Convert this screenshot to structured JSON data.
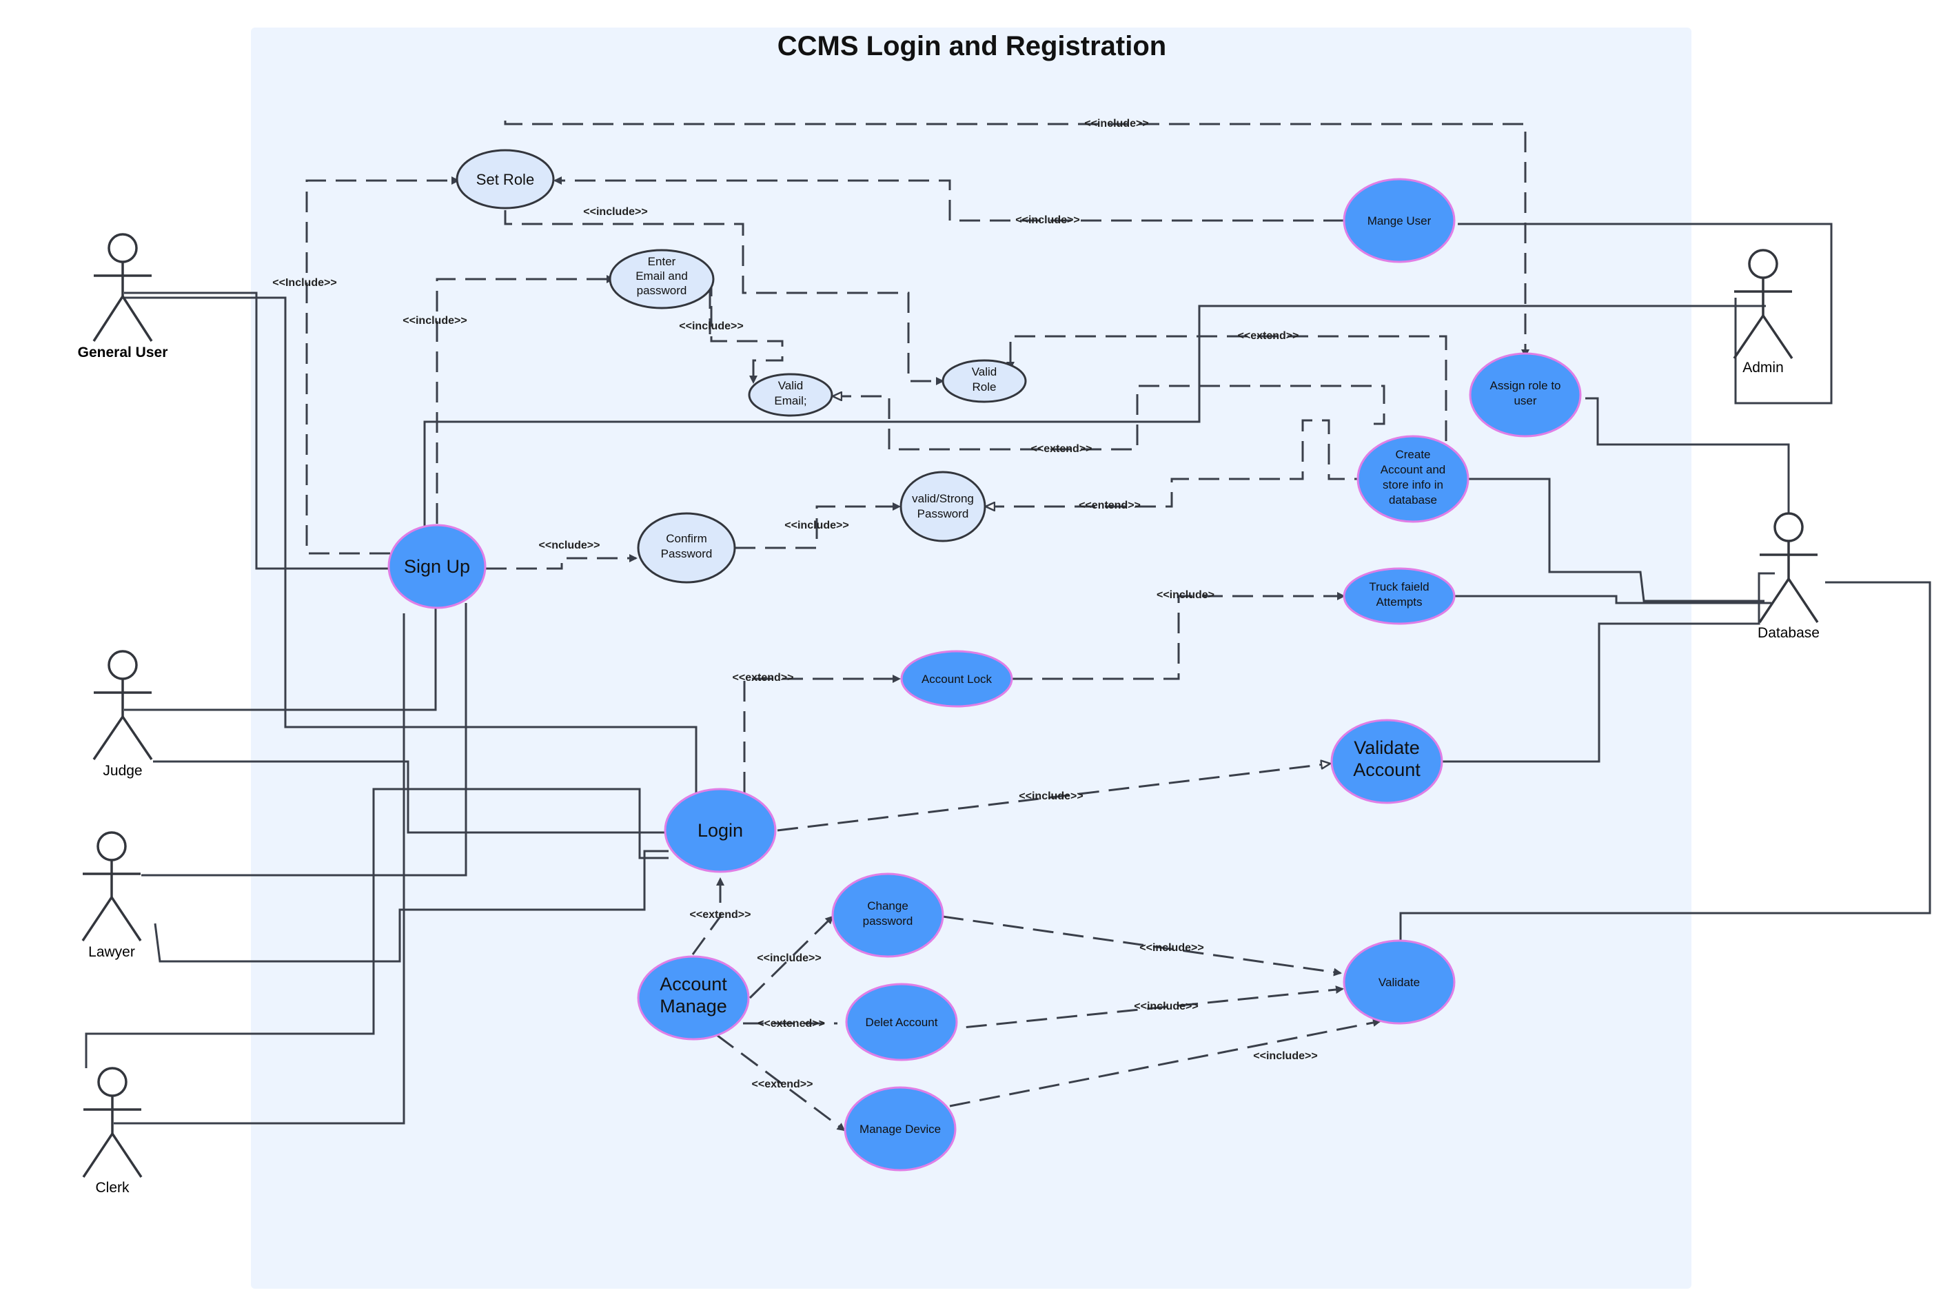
{
  "title": "CCMS Login and Registration",
  "colors": {
    "boundary": "#edf4fe",
    "use_case_fill": "#4b99fb",
    "use_case_stroke": "#e07ee6",
    "light_use_case_fill": "#dbe8fb",
    "line": "#3a3f4a"
  },
  "actors": {
    "general_user": "General User",
    "judge": "Judge",
    "lawyer": "Lawyer",
    "clerk": "Clerk",
    "admin": "Admin",
    "database": "Database"
  },
  "use_cases": {
    "set_role": "Set Role",
    "enter_email": [
      "Enter",
      "Email and",
      "password"
    ],
    "valid_email": [
      "Valid",
      "Email;"
    ],
    "valid_role": [
      "Valid",
      "Role"
    ],
    "confirm_password": [
      "Confirm",
      "Password"
    ],
    "strong_password": [
      "valid/Strong",
      "Password"
    ],
    "sign_up": "Sign Up",
    "manage_user": "Mange User",
    "assign_role": [
      "Assign role to",
      "user"
    ],
    "create_account": [
      "Create",
      "Account  and",
      "store info in",
      "database"
    ],
    "truck_failed": [
      "Truck faield",
      "Attempts"
    ],
    "account_lock": "Account Lock",
    "validate_account": [
      "Validate",
      "Account"
    ],
    "login": "Login",
    "change_password": [
      "Change",
      "password"
    ],
    "account_manage": [
      "Account",
      "Manage"
    ],
    "delete_account": "Delet Account",
    "manage_device": "Manage Device",
    "validate": "Validate"
  },
  "relation_labels": {
    "top_include": "<<include>>",
    "manage_user_include": "<<include>>",
    "set_role_include": "<<include>>",
    "signup_setrole_include": "<<Include>>",
    "signup_email_include": "<<include>>",
    "email_valid_include": "<<include>>",
    "extend_valid_role": "<<extend>>",
    "extend_valid_email": "<<extend>>",
    "entend_password": "<<entend>>",
    "confirm_include": "<<nclude>>",
    "confirm_strong_include": "<<include>>",
    "truck_include": "<<include>",
    "login_extend_lock": "<<extend>>",
    "login_validate_include": "<<include>>",
    "account_manage_extend": "<<extend>>",
    "change_pw_include": "<<include>>",
    "delete_extend": "<<extened>>",
    "device_extend": "<<extend>>",
    "change_validate_include": "<<include>>",
    "delete_validate_include": "<<include>>",
    "device_validate_include": "<<include>>"
  }
}
